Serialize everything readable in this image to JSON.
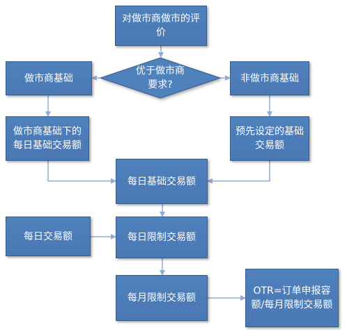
{
  "nodes": {
    "mm_eval": "对做市商做市的评价",
    "decision": "优于做市商要求?",
    "mm_base": "做市商基础",
    "non_mm_base": "非做市商基础",
    "mm_daily_base": "做市商基础下的每日基础交易额",
    "preset_base": "预先设定的基础交易额",
    "daily_base": "每日基础交易额",
    "daily_volume": "每日交易额",
    "daily_limit": "每日限制交易额",
    "monthly_limit": "每月限制交易额",
    "otr": "OTR=订单申报容额/每月限制交易额"
  },
  "colors": {
    "box_fill": "#4f81bd",
    "box_border": "#385d8a",
    "arrow": "#8eacd6",
    "text": "#ffffff"
  }
}
